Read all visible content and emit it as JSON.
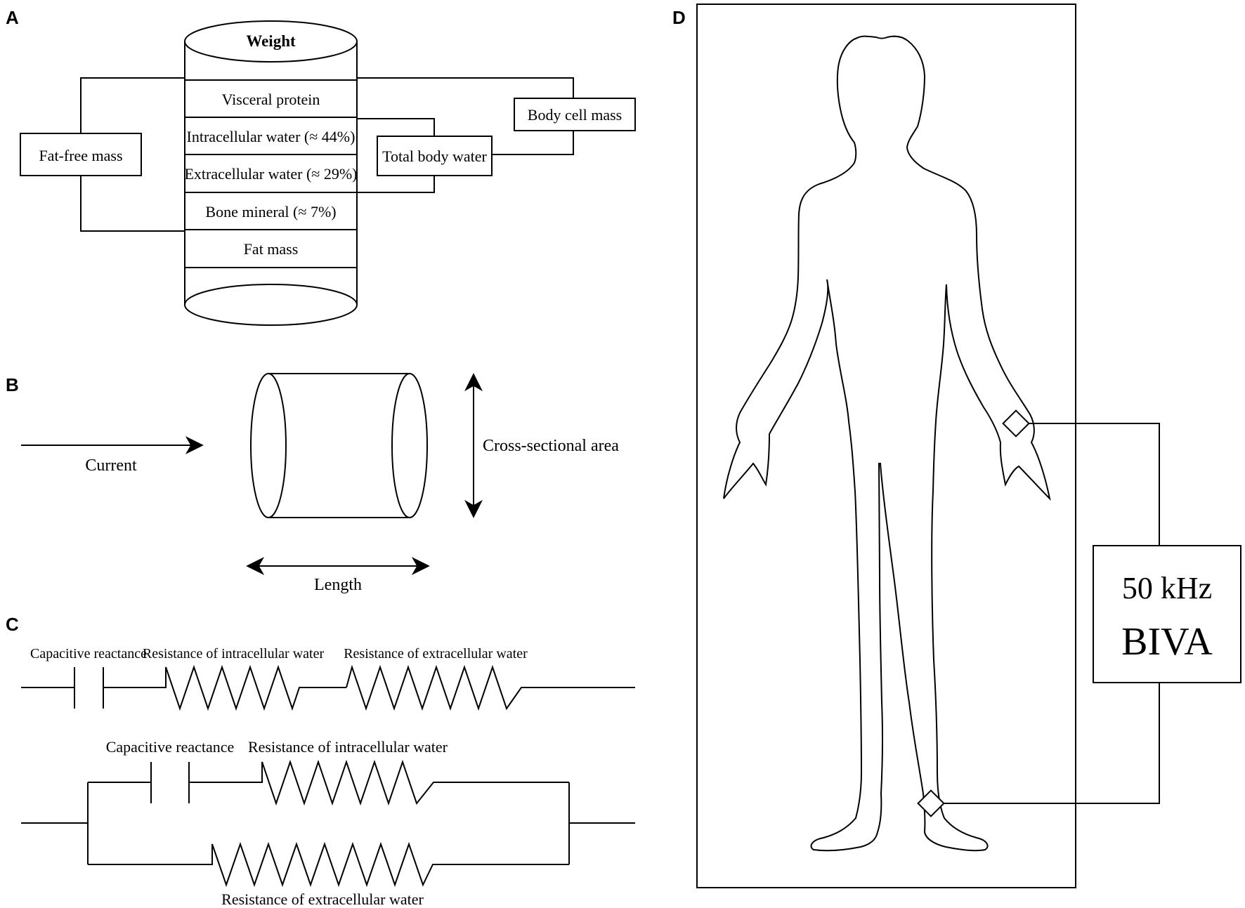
{
  "panels": {
    "a": "A",
    "b": "B",
    "c": "C",
    "d": "D"
  },
  "panel_a": {
    "weight": "Weight",
    "rows": [
      "Visceral protein",
      "Intracellular water (≈ 44%)",
      "Extracellular water (≈ 29%)",
      "Bone mineral (≈ 7%)",
      "Fat mass"
    ],
    "fat_free_mass": "Fat-free mass",
    "total_body_water": "Total body water",
    "body_cell_mass": "Body cell mass"
  },
  "panel_b": {
    "current": "Current",
    "cross_sectional_area": "Cross-sectional area",
    "length": "Length"
  },
  "panel_c": {
    "series": {
      "capacitive_reactance": "Capacitive reactance",
      "resistance_intracellular": "Resistance of intracellular water",
      "resistance_extracellular": "Resistance of extracellular water"
    },
    "parallel": {
      "capacitive_reactance": "Capacitive reactance",
      "resistance_intracellular": "Resistance of intracellular water",
      "resistance_extracellular": "Resistance of extracellular water"
    }
  },
  "panel_d": {
    "device_line1": "50 kHz",
    "device_line2": "BIVA"
  }
}
